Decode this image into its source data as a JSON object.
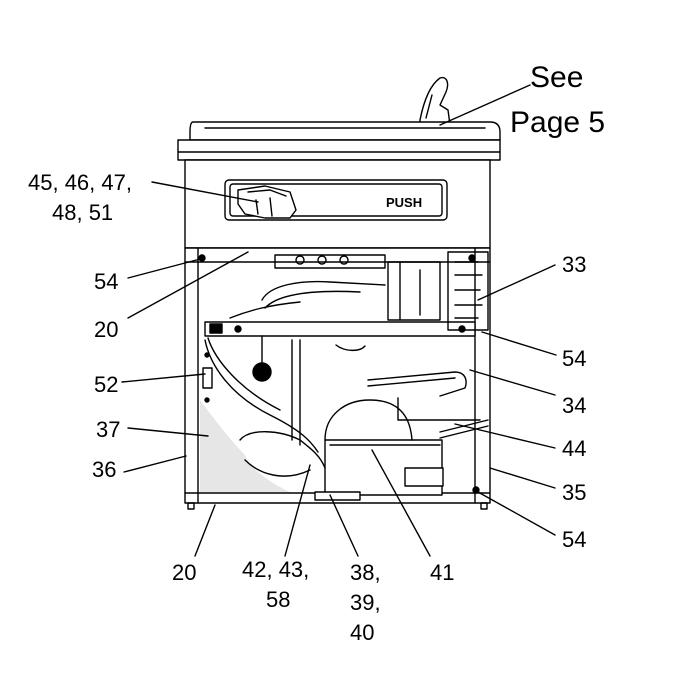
{
  "diagram": {
    "see_reference": {
      "line1": "See",
      "line2": "Page 5"
    },
    "push_label": "PUSH",
    "callouts": {
      "c45": {
        "line1": "45, 46, 47,",
        "line2": "48, 51"
      },
      "c54_top": "54",
      "c20_left": "20",
      "c52": "52",
      "c37": "37",
      "c36": "36",
      "c20_bottom": "20",
      "c42": {
        "line1": "42, 43,",
        "line2": "58"
      },
      "c38": {
        "line1": "38,",
        "line2": "39,",
        "line3": "40"
      },
      "c41": "41",
      "c33": "33",
      "c54_right": "54",
      "c34": "34",
      "c44": "44",
      "c35": "35",
      "c54_bottom": "54"
    },
    "colors": {
      "ink": "#000000",
      "paper": "#ffffff",
      "shade": "#e6e6e6"
    }
  }
}
